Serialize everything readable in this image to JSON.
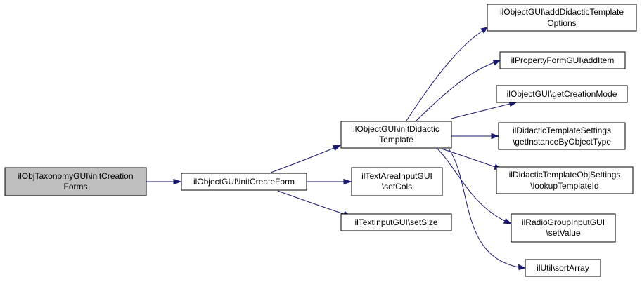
{
  "colors": {
    "edge": "#191970",
    "node_border": "#000000",
    "node_fill": "#ffffff",
    "root_fill": "#bfbfbf"
  },
  "nodes": {
    "root": [
      "ilObjTaxonomyGUI\\initCreation",
      "Forms"
    ],
    "init_create_form": [
      "ilObjectGUI\\initCreateForm"
    ],
    "init_didactic_template": [
      "ilObjectGUI\\initDidactic",
      "Template"
    ],
    "textarea_set_cols": [
      "ilTextAreaInputGUI",
      "\\setCols"
    ],
    "textinput_set_size": [
      "ilTextInputGUI\\setSize"
    ],
    "add_didactic_template_options": [
      "ilObjectGUI\\addDidacticTemplate",
      "Options"
    ],
    "add_item": [
      "ilPropertyFormGUI\\addItem"
    ],
    "get_creation_mode": [
      "ilObjectGUI\\getCreationMode"
    ],
    "get_instance_by_object_type": [
      "ilDidacticTemplateSettings",
      "\\getInstanceByObjectType"
    ],
    "lookup_template_id": [
      "ilDidacticTemplateObjSettings",
      "\\lookupTemplateId"
    ],
    "radio_set_value": [
      "ilRadioGroupInputGUI",
      "\\setValue"
    ],
    "sort_array": [
      "ilUtil\\sortArray"
    ]
  }
}
